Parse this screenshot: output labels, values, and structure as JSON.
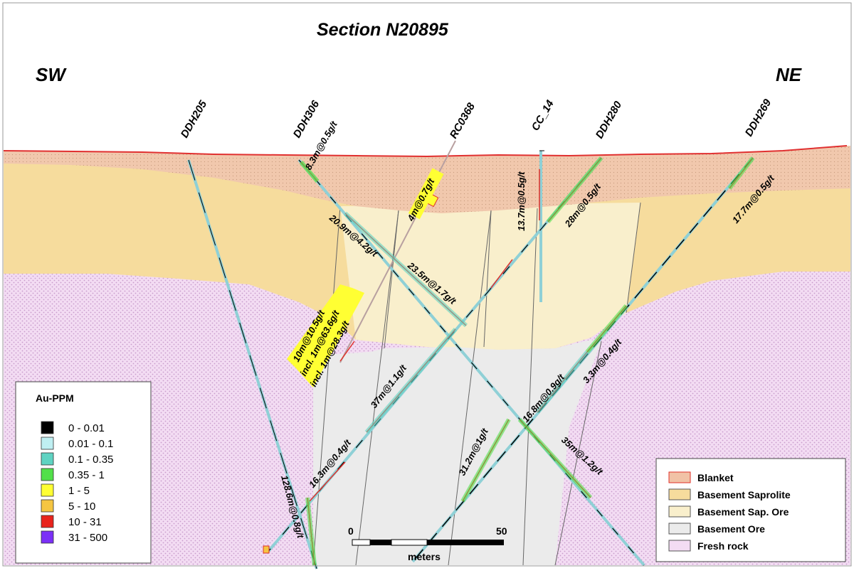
{
  "section_title": "Section N20895",
  "direction_left": "SW",
  "direction_right": "NE",
  "holes": [
    "DDH205",
    "DDH306",
    "RC0368",
    "CC_14",
    "DDH280",
    "DDH269"
  ],
  "intercepts": [
    "8.3m@0.5g/t",
    "13.7m@0.5g/t",
    "28m@0.5g/t",
    "17.7m@0.5g/t",
    "4m@0.7g/t",
    "20.9m@4.2g/t",
    "23.5m@1.7g/t",
    "10m@10.5g/t",
    "incl. 1m@63.6g/t",
    "incl. 1m@28.3g/t",
    "37m@1.1g/t",
    "16.8m@0.9g/t",
    "3.3m@0.4g/t",
    "16.3m@0.4g/t",
    "31.2m@1g/t",
    "35m@1.2g/t",
    "128.6m@0.8g/t"
  ],
  "au_legend": {
    "title": "Au-PPM",
    "items": [
      {
        "label": "0 - 0.01",
        "color": "#000000"
      },
      {
        "label": "0.01 - 0.1",
        "color": "#bfeff2"
      },
      {
        "label": "0.1 - 0.35",
        "color": "#5fd3c2"
      },
      {
        "label": "0.35 - 1",
        "color": "#52e04a"
      },
      {
        "label": "1 - 5",
        "color": "#ffff33"
      },
      {
        "label": "5 - 10",
        "color": "#f5c542"
      },
      {
        "label": "10 - 31",
        "color": "#e8231c"
      },
      {
        "label": "31 - 500",
        "color": "#7b2ff7"
      }
    ]
  },
  "unit_legend": {
    "items": [
      {
        "label": "Blanket",
        "color": "#f1c2a6"
      },
      {
        "label": "Basement Saprolite",
        "color": "#f6dc9d"
      },
      {
        "label": "Basement Sap. Ore",
        "color": "#f9efcc"
      },
      {
        "label": "Basement Ore",
        "color": "#ebebeb"
      },
      {
        "label": "Fresh rock",
        "color": "#f3dcf3"
      }
    ]
  },
  "scale_bar": {
    "start": "0",
    "end": "50",
    "unit": "meters"
  }
}
